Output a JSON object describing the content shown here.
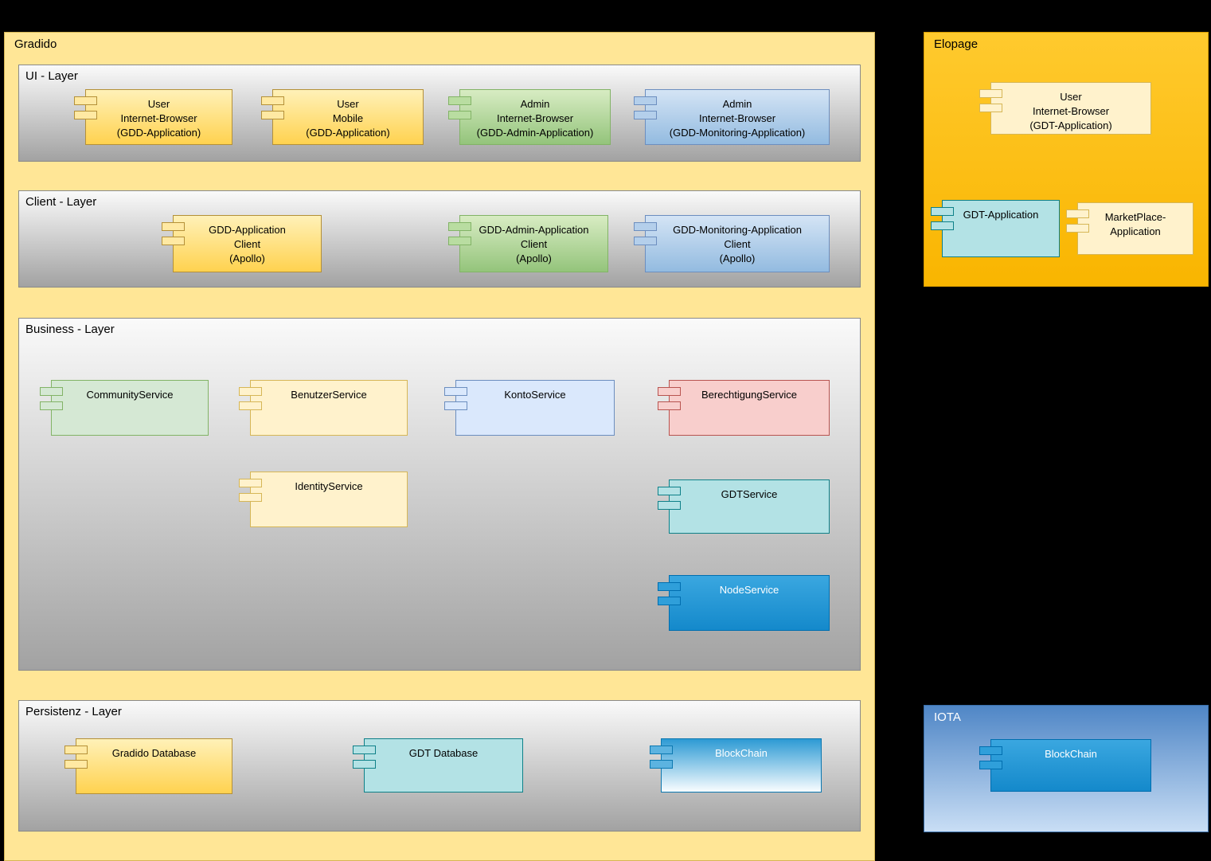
{
  "palette": {
    "yellow": {
      "fill": "#FFD966",
      "stroke": "#B49038"
    },
    "green": {
      "fill": "#A9D18E",
      "stroke": "#82B366"
    },
    "blue": {
      "fill": "#9DC3E6",
      "stroke": "#6C8EBF"
    },
    "lightgreen": {
      "fill": "#D5E8D4",
      "stroke": "#82B366"
    },
    "lightyellow": {
      "fill": "#FFF2CC",
      "stroke": "#D6B656"
    },
    "lightblue": {
      "fill": "#DAE8FC",
      "stroke": "#6C8EBF"
    },
    "pink": {
      "fill": "#F8CECC",
      "stroke": "#B85450"
    },
    "teal": {
      "fill": "#B3E2E5",
      "stroke": "#0E8088"
    },
    "brightblue": {
      "fill": "#1BA1E2",
      "stroke": "#006EAF",
      "text": "#FFFFFF"
    },
    "bluewhite": {
      "fill": "#2D9AD4",
      "stroke": "#0C78B0",
      "text": "#FFFFFF"
    },
    "gradido_bg": "#FFE696",
    "elopage_bg": "#FFC01E",
    "iota_bg": "#5089C9",
    "layer_bg": "#C9C9C9",
    "canvas_bg": "#000000"
  },
  "gradido": {
    "label": "Gradido",
    "ui_layer": {
      "label": "UI - Layer",
      "components": [
        {
          "label": "User\nInternet-Browser\n(GDD-Application)",
          "color": "yellow"
        },
        {
          "label": "User\nMobile\n(GDD-Application)",
          "color": "yellow"
        },
        {
          "label": "Admin\nInternet-Browser\n(GDD-Admin-Application)",
          "color": "green"
        },
        {
          "label": "Admin\nInternet-Browser\n(GDD-Monitoring-Application)",
          "color": "blue"
        }
      ]
    },
    "client_layer": {
      "label": "Client - Layer",
      "components": [
        {
          "label": "GDD-Application\nClient\n(Apollo)",
          "color": "yellow"
        },
        {
          "label": "GDD-Admin-Application\nClient\n(Apollo)",
          "color": "green"
        },
        {
          "label": "GDD-Monitoring-Application\nClient\n(Apollo)",
          "color": "blue"
        }
      ]
    },
    "business_layer": {
      "label": "Business - Layer",
      "components": [
        {
          "label": "CommunityService",
          "color": "lightgreen"
        },
        {
          "label": "BenutzerService",
          "color": "lightyellow"
        },
        {
          "label": "KontoService",
          "color": "lightblue"
        },
        {
          "label": "BerechtigungService",
          "color": "pink"
        },
        {
          "label": "IdentityService",
          "color": "lightyellow"
        },
        {
          "label": "GDTService",
          "color": "teal"
        },
        {
          "label": "NodeService",
          "color": "brightblue"
        }
      ]
    },
    "persistenz_layer": {
      "label": "Persistenz - Layer",
      "components": [
        {
          "label": "Gradido Database",
          "color": "yellow"
        },
        {
          "label": "GDT Database",
          "color": "teal"
        },
        {
          "label": "BlockChain",
          "color": "bluewhite"
        }
      ]
    }
  },
  "elopage": {
    "label": "Elopage",
    "components": [
      {
        "label": "User\nInternet-Browser\n(GDT-Application)",
        "color": "lightyellow"
      },
      {
        "label": "GDT-Application",
        "color": "teal"
      },
      {
        "label": "MarketPlace-\nApplication",
        "color": "lightyellow"
      }
    ]
  },
  "iota": {
    "label": "IOTA",
    "components": [
      {
        "label": "BlockChain",
        "color": "brightblue"
      }
    ]
  }
}
